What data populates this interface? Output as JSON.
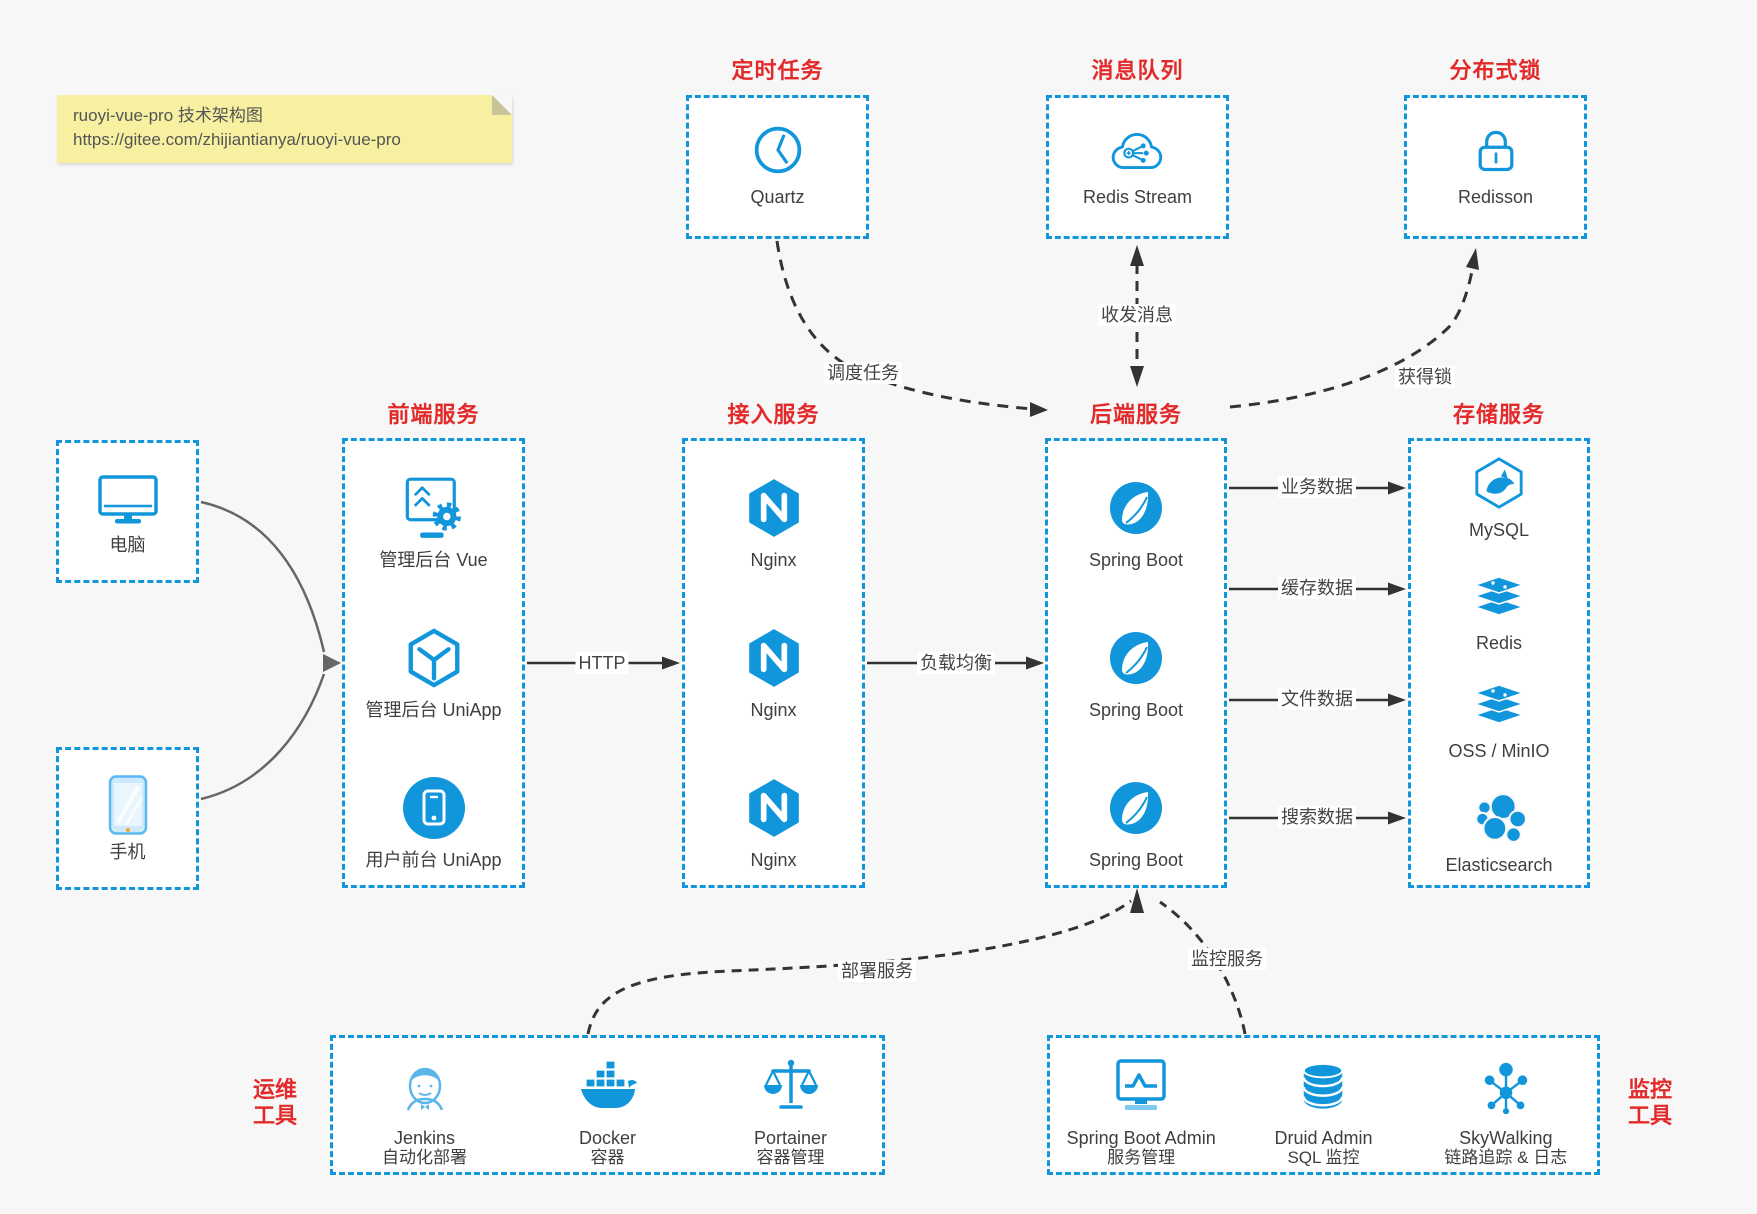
{
  "note": {
    "line1": "ruoyi-vue-pro 技术架构图",
    "line2": "https://gitee.com/zhijiantianya/ruoyi-vue-pro"
  },
  "colors": {
    "blue": "#1296db",
    "red": "#e32a2a",
    "background": "#f7f7f7",
    "note_bg": "#f6f0a0"
  },
  "groups": {
    "scheduler": {
      "title": "定时任务",
      "item": "Quartz",
      "icon": "clock-icon"
    },
    "mq": {
      "title": "消息队列",
      "item": "Redis Stream",
      "icon": "cloud-stream-icon"
    },
    "lock": {
      "title": "分布式锁",
      "item": "Redisson",
      "icon": "lock-icon"
    },
    "clients": {
      "computer": "电脑",
      "phone": "手机"
    },
    "frontend": {
      "title": "前端服务",
      "items": [
        "管理后台 Vue",
        "管理后台 UniApp",
        "用户前台 UniApp"
      ]
    },
    "access": {
      "title": "接入服务",
      "items": [
        "Nginx",
        "Nginx",
        "Nginx"
      ]
    },
    "backend": {
      "title": "后端服务",
      "items": [
        "Spring Boot",
        "Spring Boot",
        "Spring Boot"
      ]
    },
    "storage": {
      "title": "存储服务",
      "items": [
        "MySQL",
        "Redis",
        "OSS / MinIO",
        "Elasticsearch"
      ]
    },
    "ops": {
      "title_line1": "运维",
      "title_line2": "工具",
      "items": [
        {
          "name": "Jenkins",
          "desc": "自动化部署",
          "icon": "jenkins-icon"
        },
        {
          "name": "Docker",
          "desc": "容器",
          "icon": "docker-icon"
        },
        {
          "name": "Portainer",
          "desc": "容器管理",
          "icon": "portainer-icon"
        }
      ]
    },
    "monitoring": {
      "title_line1": "监控",
      "title_line2": "工具",
      "items": [
        {
          "name": "Spring Boot Admin",
          "desc": "服务管理",
          "icon": "monitor-chart-icon"
        },
        {
          "name": "Druid Admin",
          "desc": "SQL 监控",
          "icon": "database-icon"
        },
        {
          "name": "SkyWalking",
          "desc": "链路追踪 & 日志",
          "icon": "topology-icon"
        }
      ]
    }
  },
  "edges": {
    "http": "HTTP",
    "load_balance": "负载均衡",
    "dispatch": "调度任务",
    "messages": "收发消息",
    "acquire_lock": "获得锁",
    "biz_data": "业务数据",
    "cache_data": "缓存数据",
    "file_data": "文件数据",
    "search_data": "搜索数据",
    "deploy": "部署服务",
    "monitor": "监控服务"
  }
}
